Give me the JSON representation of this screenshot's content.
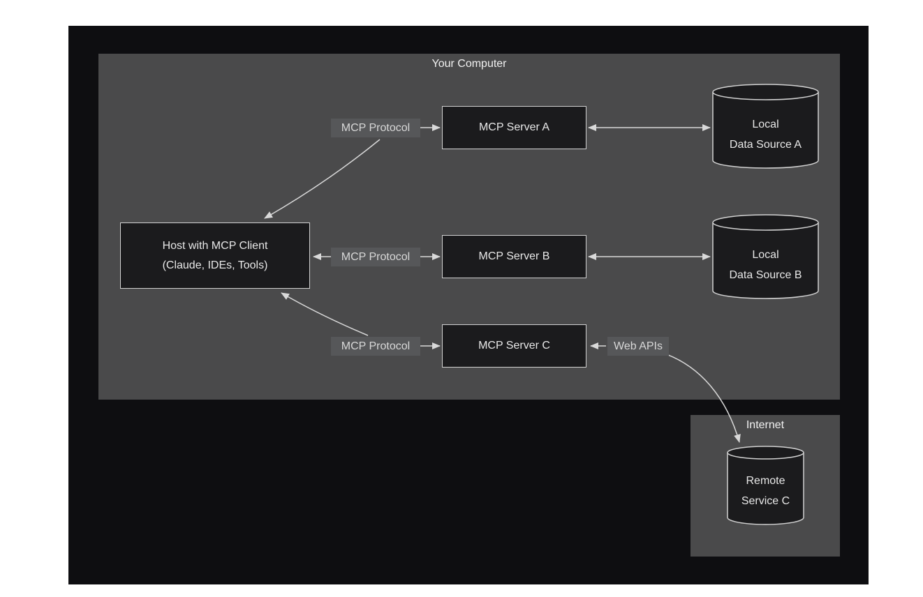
{
  "colors": {
    "page_bg": "#ffffff",
    "canvas_bg": "#0e0e11",
    "container_bg": "#4a4a4b",
    "node_bg": "#1b1b1d",
    "node_border": "#d2d2d2",
    "edge_label_bg": "#565759",
    "arrow": "#d9d9d9",
    "text": "#e8e8e8"
  },
  "your_computer": {
    "title": "Your Computer"
  },
  "internet": {
    "title": "Internet"
  },
  "host": {
    "line1": "Host with MCP Client",
    "line2": "(Claude, IDEs, Tools)"
  },
  "servers": [
    {
      "label": "MCP Server A"
    },
    {
      "label": "MCP Server B"
    },
    {
      "label": "MCP Server C"
    }
  ],
  "edge_labels": {
    "protocol_a": "MCP Protocol",
    "protocol_b": "MCP Protocol",
    "protocol_c": "MCP Protocol",
    "web_apis": "Web APIs"
  },
  "data_sources": {
    "local_a": {
      "line1": "Local",
      "line2": "Data Source A"
    },
    "local_b": {
      "line1": "Local",
      "line2": "Data Source B"
    },
    "remote_c": {
      "line1": "Remote",
      "line2": "Service C"
    }
  }
}
